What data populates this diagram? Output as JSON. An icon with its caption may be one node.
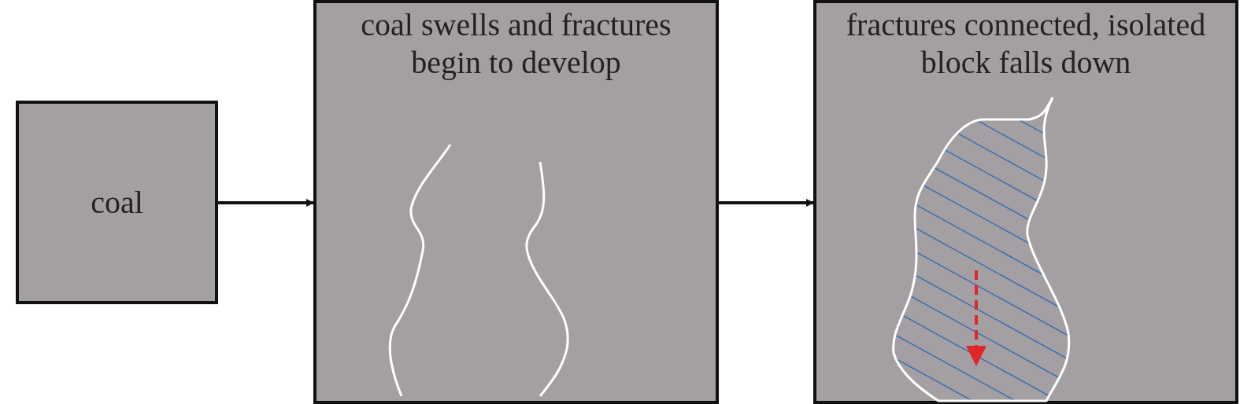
{
  "diagram": {
    "nodes": [
      {
        "text": [
          "coal"
        ]
      },
      {
        "text": [
          "coal swells and fractures begin to develop"
        ]
      },
      {
        "text": [
          "fractures connected, isolated block falls down"
        ]
      }
    ],
    "edges": [
      {
        "from": 0,
        "to": 1,
        "arrow": "to"
      },
      {
        "from": 1,
        "to": 2,
        "arrow": "to"
      }
    ]
  }
}
